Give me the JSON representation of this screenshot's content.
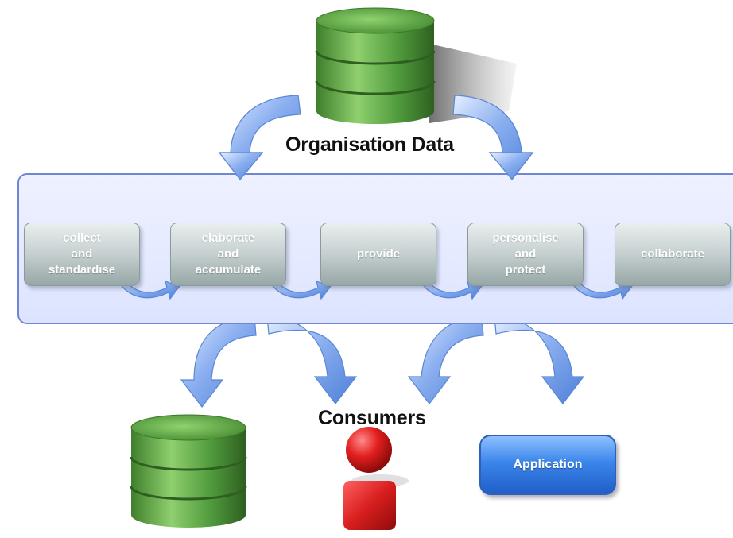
{
  "diagram": {
    "source_label": "Organisation Data",
    "consumers_label": "Consumers",
    "steps": [
      {
        "label": "collect\nand\nstandardise"
      },
      {
        "label": "elaborate\nand\naccumulate"
      },
      {
        "label": "provide"
      },
      {
        "label": "personalise\nand\nprotect"
      },
      {
        "label": "collaborate"
      }
    ],
    "application_label": "Application",
    "icons": {
      "source": "database-icon",
      "consumer_db": "database-icon",
      "consumer_person": "person-icon",
      "arrow": "curved-arrow-icon"
    },
    "colors": {
      "database_green": "#4f9a3c",
      "arrow_blue": "#6d96e6",
      "panel_fill": "#e2e8ff",
      "panel_border": "#6f86d8",
      "person_red": "#d81e1e",
      "app_blue": "#2f7ae0"
    }
  }
}
